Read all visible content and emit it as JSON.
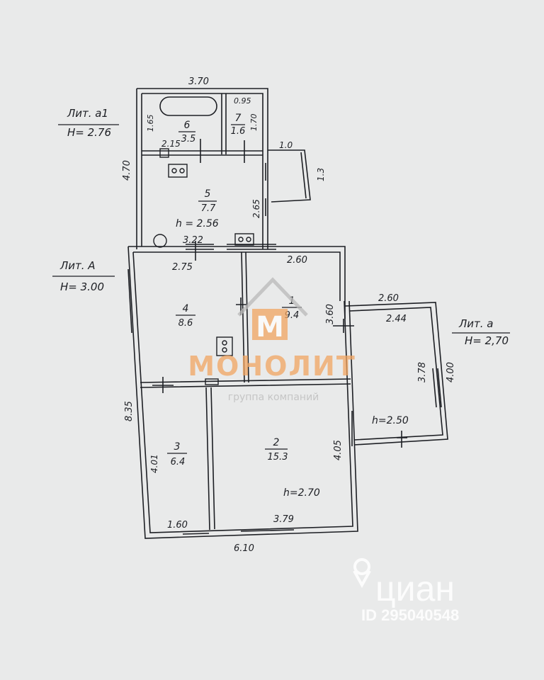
{
  "colors": {
    "paper": "#e9eaea",
    "ink": "#1d1f24",
    "watermark_orange": "#f2a561",
    "watermark_gray": "#b9b9b9",
    "cian_white": "#ffffff"
  },
  "buildings": {
    "lit_a1": {
      "name": "Лит. а1",
      "height": "Н= 2.76"
    },
    "lit_A": {
      "name": "Лит. А",
      "height": "Н= 3.00"
    },
    "lit_a": {
      "name": "Лит. а",
      "height": "Н= 2,70"
    }
  },
  "dimensions": {
    "top_width": "3.70",
    "left_a1": "4.70",
    "left_A": "8.35",
    "bottom": "6.10",
    "porch_w": "1.0",
    "porch_h": "1.3",
    "d_165": "1.65",
    "d_095": "0.95",
    "d_170": "1.70",
    "d_215": "2.15",
    "d_265": "2.65",
    "d_322": "3.22",
    "d_275": "2.75",
    "d_260_room1": "2.60",
    "d_360": "3.60",
    "d_260_veranda": "2.60",
    "d_244": "2.44",
    "d_378": "3.78",
    "d_400": "4.00",
    "d_401": "4.01",
    "d_405": "4.05",
    "d_160": "1.60",
    "d_379": "3.79"
  },
  "rooms": [
    {
      "num": "1",
      "area": "9.4"
    },
    {
      "num": "2",
      "area": "15.3"
    },
    {
      "num": "3",
      "area": "6.4"
    },
    {
      "num": "4",
      "area": "8.6"
    },
    {
      "num": "5",
      "area": "7.7"
    },
    {
      "num": "6",
      "area": "3.5"
    },
    {
      "num": "7",
      "area": "1.6"
    }
  ],
  "ceiling_heights": {
    "room5": "h = 2.56",
    "room2": "h=2.70",
    "veranda": "h=2.50"
  },
  "watermark": {
    "letter": "M",
    "brand": "МОНОЛИТ",
    "tagline": "группа компаний"
  },
  "cian": {
    "brand": "циан",
    "id": "ID 295040548"
  }
}
